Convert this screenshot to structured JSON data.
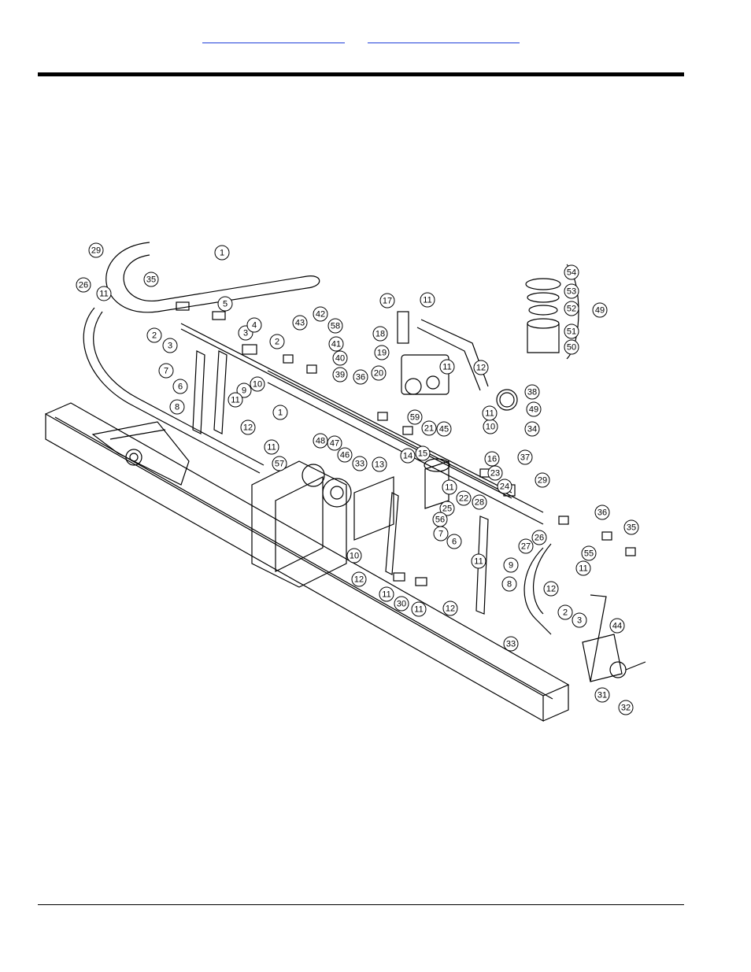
{
  "header": {
    "links": [
      {
        "label": ""
      },
      {
        "label": ""
      }
    ]
  },
  "diagram": {
    "callouts": [
      "1",
      "2",
      "3",
      "4",
      "5",
      "6",
      "7",
      "8",
      "9",
      "10",
      "11",
      "12",
      "13",
      "14",
      "15",
      "16",
      "17",
      "18",
      "19",
      "20",
      "21",
      "22",
      "23",
      "24",
      "25",
      "26",
      "27",
      "28",
      "29",
      "30",
      "31",
      "32",
      "33",
      "34",
      "35",
      "36",
      "37",
      "38",
      "39",
      "40",
      "41",
      "42",
      "43",
      "44",
      "45",
      "46",
      "47",
      "48",
      "49",
      "50",
      "51",
      "52",
      "53",
      "54",
      "55",
      "56",
      "57",
      "58",
      "59"
    ]
  }
}
